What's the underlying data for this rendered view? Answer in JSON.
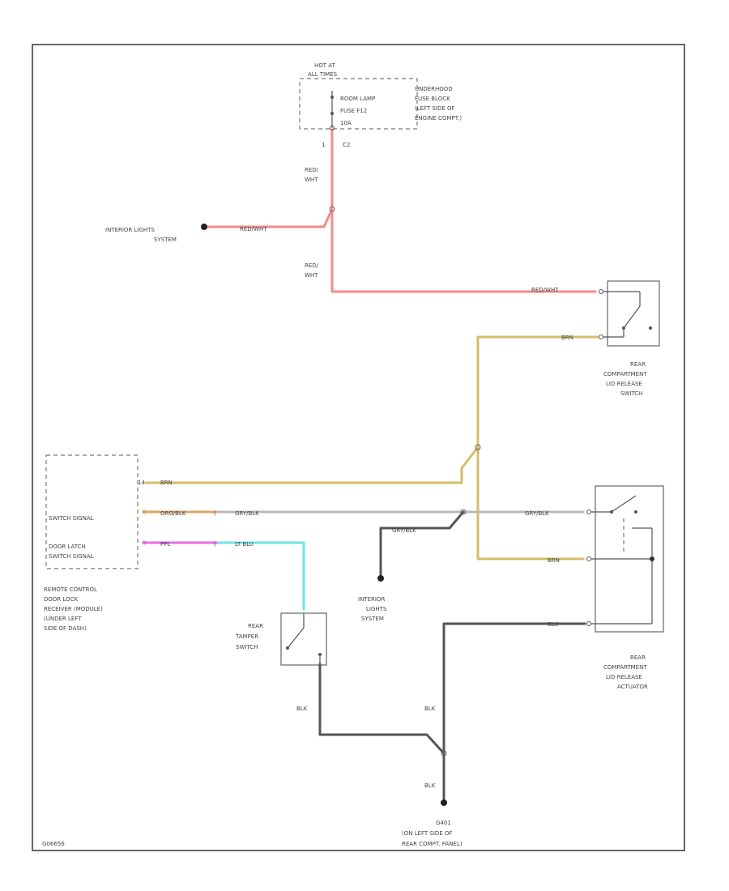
{
  "colors": {
    "red_wire": "#f58a8a",
    "tan_wire": "#d6bc6a",
    "gray_wire": "#b9b9b9",
    "dark_wire": "#555555",
    "pink_wire": "#e86be8",
    "cyan_wire": "#6fe3ea",
    "frame": "#666666"
  },
  "fuse": {
    "hot_at": "HOT AT",
    "all_times": "ALL TIMES",
    "name_line1": "ROOM LAMP",
    "name_line2": "FUSE F12",
    "name_line3": "10A",
    "block_line1": "UNDERHOOD",
    "block_line2": "FUSE BLOCK",
    "block_line3": "(LEFT SIDE OF",
    "block_line4": "ENGINE COMPT.)",
    "pin1": "1",
    "pin2": "C2"
  },
  "wires": {
    "red_wht_1a": "RED/",
    "red_wht_1b": "WHT",
    "red_wht_2": "RED/WHT",
    "red_wht_3a": "RED/",
    "red_wht_3b": "WHT",
    "red_wht_4": "RED/WHT",
    "brn_1": "BRN",
    "brn_2": "BRN",
    "brn_left": "BRN",
    "org_blk": "ORG/BLK",
    "gry_blk_1": "GRY/BLK",
    "gry_blk_2": "GRY/BLK",
    "gry_blk_3": "GRY/BLK",
    "ppl": "PPL",
    "lt_blu": "LT BLU",
    "blk_top": "BLK",
    "blk_1": "BLK",
    "blk_2": "BLK",
    "blk_3": "BLK"
  },
  "interior_1": {
    "line1": "INTERIOR LIGHTS",
    "line2": "SYSTEM"
  },
  "interior_2": {
    "line1": "INTERIOR",
    "line2": "LIGHTS",
    "line3": "SYSTEM"
  },
  "release_switch": {
    "line1": "REAR",
    "line2": "COMPARTMENT",
    "line3": "LID RELEASE",
    "line4": "SWITCH"
  },
  "release_actuator": {
    "line1": "REAR",
    "line2": "COMPARTMENT",
    "line3": "LID RELEASE",
    "line4": "ACTUATOR"
  },
  "tamper_switch": {
    "line1": "REAR",
    "line2": "TAMPER",
    "line3": "SWITCH"
  },
  "receiver": {
    "pin_label": "14",
    "switch_signal": "SWITCH SIGNAL",
    "door_latch_1": "DOOR LATCH",
    "door_latch_2": "SWITCH SIGNAL",
    "caption_1": "REMOTE CONTROL",
    "caption_2": "DOOR LOCK",
    "caption_3": "RECEIVER (MODULE)",
    "caption_4": "(UNDER LEFT",
    "caption_5": "SIDE OF DASH)"
  },
  "ground": {
    "line1": "G401",
    "line2": "(ON LEFT SIDE OF",
    "line3": "REAR COMPT. PANEL)"
  },
  "figure_id": "G06656"
}
